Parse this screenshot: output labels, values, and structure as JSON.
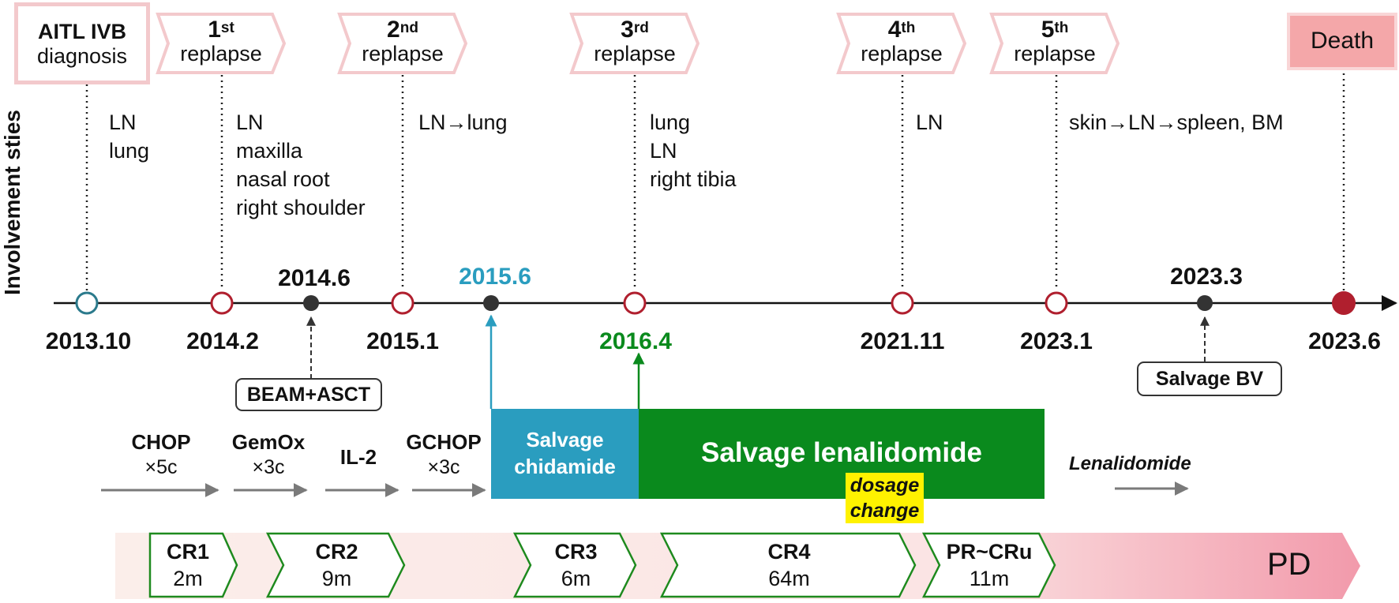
{
  "y_axis_label": "Involvement sties",
  "diagnosis": {
    "title": "AITL IVB",
    "subtitle": "diagnosis",
    "date": "2013.10",
    "sites": [
      "LN",
      "lung"
    ]
  },
  "relapses": [
    {
      "ordinal": "1",
      "suffix": "st",
      "label": "replapse",
      "date": "2014.2",
      "sites": [
        "LN",
        "maxilla",
        "nasal root",
        "right shoulder"
      ]
    },
    {
      "ordinal": "2",
      "suffix": "nd",
      "label": "replapse",
      "date": "2015.1",
      "sites": [
        "LN→lung"
      ]
    },
    {
      "ordinal": "3",
      "suffix": "rd",
      "label": "replapse",
      "date": "2016.4",
      "sites": [
        "lung",
        "LN",
        "right tibia"
      ]
    },
    {
      "ordinal": "4",
      "suffix": "th",
      "label": "replapse",
      "date": "2021.11",
      "sites": [
        "LN"
      ]
    },
    {
      "ordinal": "5",
      "suffix": "th",
      "label": "replapse",
      "date": "2023.1",
      "sites": [
        "skin→LN→spleen, BM"
      ]
    }
  ],
  "death": {
    "label": "Death",
    "date": "2023.6"
  },
  "other_events": [
    {
      "date": "2014.6",
      "label": "BEAM+ASCT"
    },
    {
      "date": "2015.6"
    },
    {
      "date": "2023.3",
      "label": "Salvage BV"
    }
  ],
  "regimens": [
    {
      "name": "CHOP",
      "cycles": "×5c"
    },
    {
      "name": "GemOx",
      "cycles": "×3c"
    },
    {
      "name": "IL-2",
      "cycles": ""
    },
    {
      "name": "GCHOP",
      "cycles": "×3c"
    }
  ],
  "salvage_chidamide": {
    "line1": "Salvage",
    "line2": "chidamide"
  },
  "salvage_lenalidomide": {
    "label": "Salvage lenalidomide",
    "note_line1": "dosage",
    "note_line2": "change"
  },
  "lenalidomide_label": "Lenalidomide",
  "responses": [
    {
      "name": "CR1",
      "duration": "2m"
    },
    {
      "name": "CR2",
      "duration": "9m"
    },
    {
      "name": "CR3",
      "duration": "6m"
    },
    {
      "name": "CR4",
      "duration": "64m"
    },
    {
      "name": "PR~CRu",
      "duration": "11m"
    }
  ],
  "pd_label": "PD",
  "colors": {
    "relapse_circle": "#b01f2e",
    "diagnosis_circle": "#2b7a8c",
    "death_circle": "#b01f2e",
    "event_dot": "#333333",
    "chidamide": "#2a9dbf",
    "lenalidomide": "#0a8a1d",
    "green_date": "#0a8a1d",
    "blue_date": "#2a9dbf",
    "response_border": "#1e8a1e",
    "pd_gradient_start": "#fbeae6",
    "pd_gradient_end": "#f29aab",
    "highlight": "#fff200"
  }
}
